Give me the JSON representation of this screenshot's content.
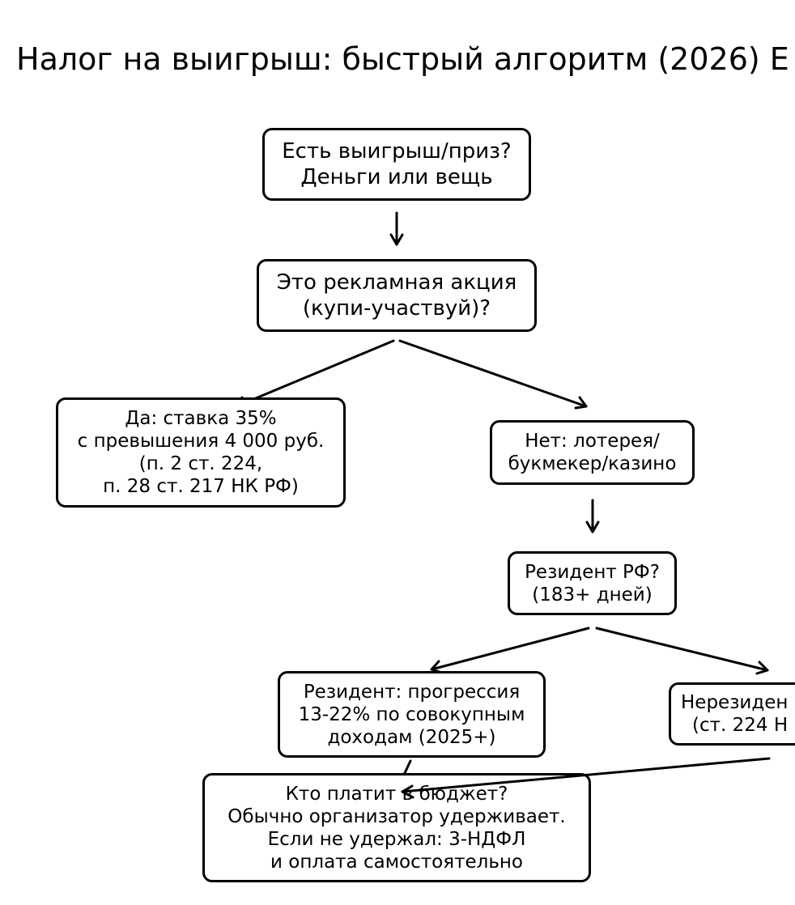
{
  "title": "Налог на выигрыш: быстрый алгоритм (2026) Е",
  "nodes": {
    "start": [
      "Есть выигрыш/приз?",
      "Деньги или вещь"
    ],
    "promo": [
      "Это рекламная акция",
      "(купи-участвуй)?"
    ],
    "yes_promo": [
      "Да: ставка 35%",
      "с превышения 4 000 руб.",
      "(п. 2 ст. 224,",
      "п. 28 ст. 217 НК РФ)"
    ],
    "no_promo": [
      "Нет: лотерея/",
      "букмекер/казино"
    ],
    "resident_q": [
      "Резидент РФ?",
      "(183+ дней)"
    ],
    "resident": [
      "Резидент: прогрессия",
      "13-22% по совокупным",
      "доходам (2025+)"
    ],
    "nonresident": [
      "Нерезиден",
      "(ст. 224 Н"
    ],
    "who_pays": [
      "Кто платит в бюджет?",
      "Обычно организатор удерживает.",
      "Если не удержал: 3-НДФЛ",
      "и оплата самостоятельно"
    ]
  }
}
